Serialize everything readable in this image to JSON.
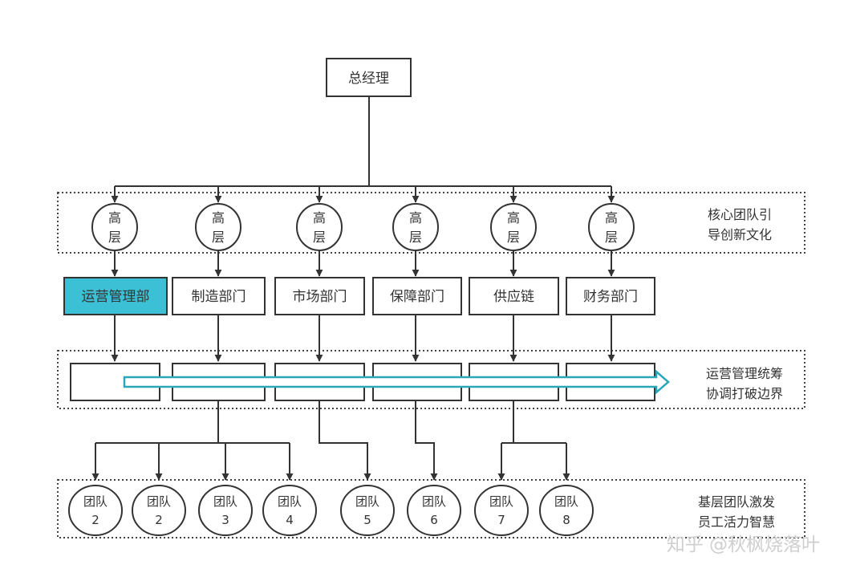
{
  "general_manager": {
    "label": "总经理"
  },
  "executives": [
    {
      "label_top": "高",
      "label_bottom": "层"
    },
    {
      "label_top": "高",
      "label_bottom": "层"
    },
    {
      "label_top": "高",
      "label_bottom": "层"
    },
    {
      "label_top": "高",
      "label_bottom": "层"
    },
    {
      "label_top": "高",
      "label_bottom": "层"
    },
    {
      "label_top": "高",
      "label_bottom": "层"
    }
  ],
  "departments": [
    {
      "label": "运营管理部",
      "highlight": true
    },
    {
      "label": "制造部门",
      "highlight": false
    },
    {
      "label": "市场部门",
      "highlight": false
    },
    {
      "label": "保障部门",
      "highlight": false
    },
    {
      "label": "供应链",
      "highlight": false
    },
    {
      "label": "财务部门",
      "highlight": false
    }
  ],
  "teams": [
    {
      "label": "团队",
      "number": "2"
    },
    {
      "label": "团队",
      "number": "2"
    },
    {
      "label": "团队",
      "number": "3"
    },
    {
      "label": "团队",
      "number": "4"
    },
    {
      "label": "团队",
      "number": "5"
    },
    {
      "label": "团队",
      "number": "6"
    },
    {
      "label": "团队",
      "number": "7"
    },
    {
      "label": "团队",
      "number": "8"
    }
  ],
  "layer_labels": {
    "core": {
      "line1": "核心团队引",
      "line2": "导创新文化"
    },
    "operations": {
      "line1": "运营管理统筹",
      "line2": "协调打破边界"
    },
    "grassroots": {
      "line1": "基层团队激发",
      "line2": "员工活力智慧"
    }
  },
  "watermark": "知乎 @秋枫烧落叶",
  "colors": {
    "highlight": "#3cc0d6",
    "arrow": "#29a8b8",
    "line": "#333333"
  }
}
